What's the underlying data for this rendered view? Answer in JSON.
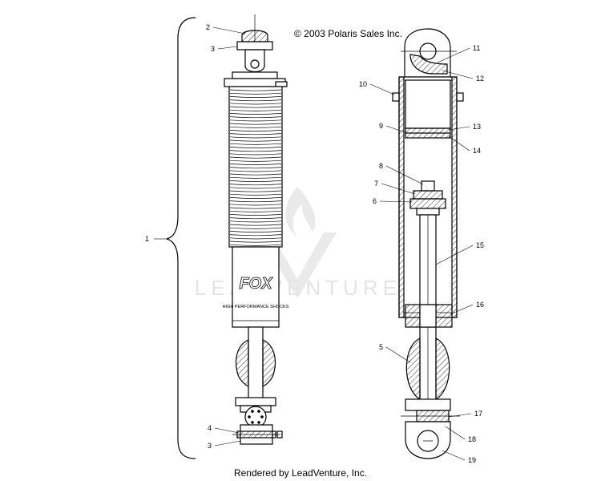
{
  "copyright": "© 2003 Polaris Sales Inc.",
  "footer": "Rendered by LeadVenture, Inc.",
  "watermark": "LEADVENTURE",
  "decal": {
    "logo": "FOX",
    "tagline": "HIGH PERFORMANCE SHOCKS"
  },
  "callouts": {
    "c1": "1",
    "c2": "2",
    "c3_top": "3",
    "c3_bottom": "3",
    "c4": "4",
    "c5": "5",
    "c6": "6",
    "c7": "7",
    "c8": "8",
    "c9": "9",
    "c10": "10",
    "c11": "11",
    "c12": "12",
    "c13": "13",
    "c14": "14",
    "c15": "15",
    "c16": "16",
    "c17": "17",
    "c18": "18",
    "c19": "19"
  },
  "icons": {
    "watermark_logo": "flame-v-logo-icon"
  }
}
